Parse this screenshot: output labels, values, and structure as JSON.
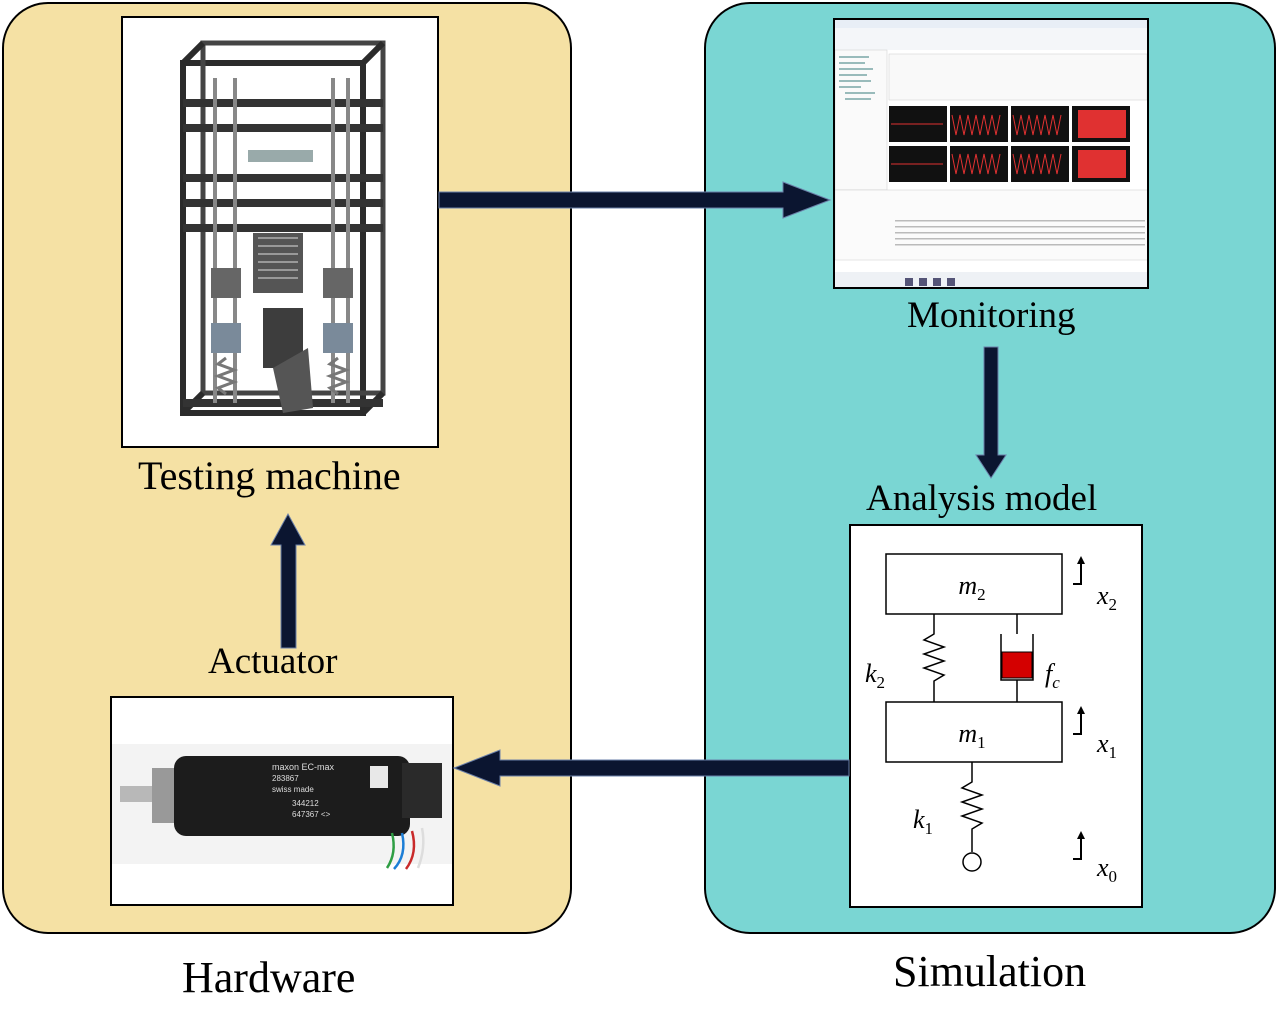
{
  "hardware": {
    "title": "Hardware",
    "testing_machine_label": "Testing machine",
    "actuator_label": "Actuator",
    "motor_text": [
      "maxon EC-max",
      "283867",
      "swiss made",
      "344212",
      "647367 <>"
    ]
  },
  "simulation": {
    "title": "Simulation",
    "monitoring_label": "Monitoring",
    "analysis_model_label": "Analysis model"
  },
  "model": {
    "m2": "m",
    "m2_sub": "2",
    "m1": "m",
    "m1_sub": "1",
    "k2": "k",
    "k2_sub": "2",
    "k1": "k",
    "k1_sub": "1",
    "fc": "f",
    "fc_sub": "c",
    "x2": "x",
    "x2_sub": "2",
    "x1": "x",
    "x1_sub": "1",
    "x0": "x",
    "x0_sub": "0"
  },
  "colors": {
    "hardware_bg": "#f5e1a4",
    "simulation_bg": "#7ad6d3",
    "arrow": "#0b1530",
    "damper": "#d40000"
  }
}
